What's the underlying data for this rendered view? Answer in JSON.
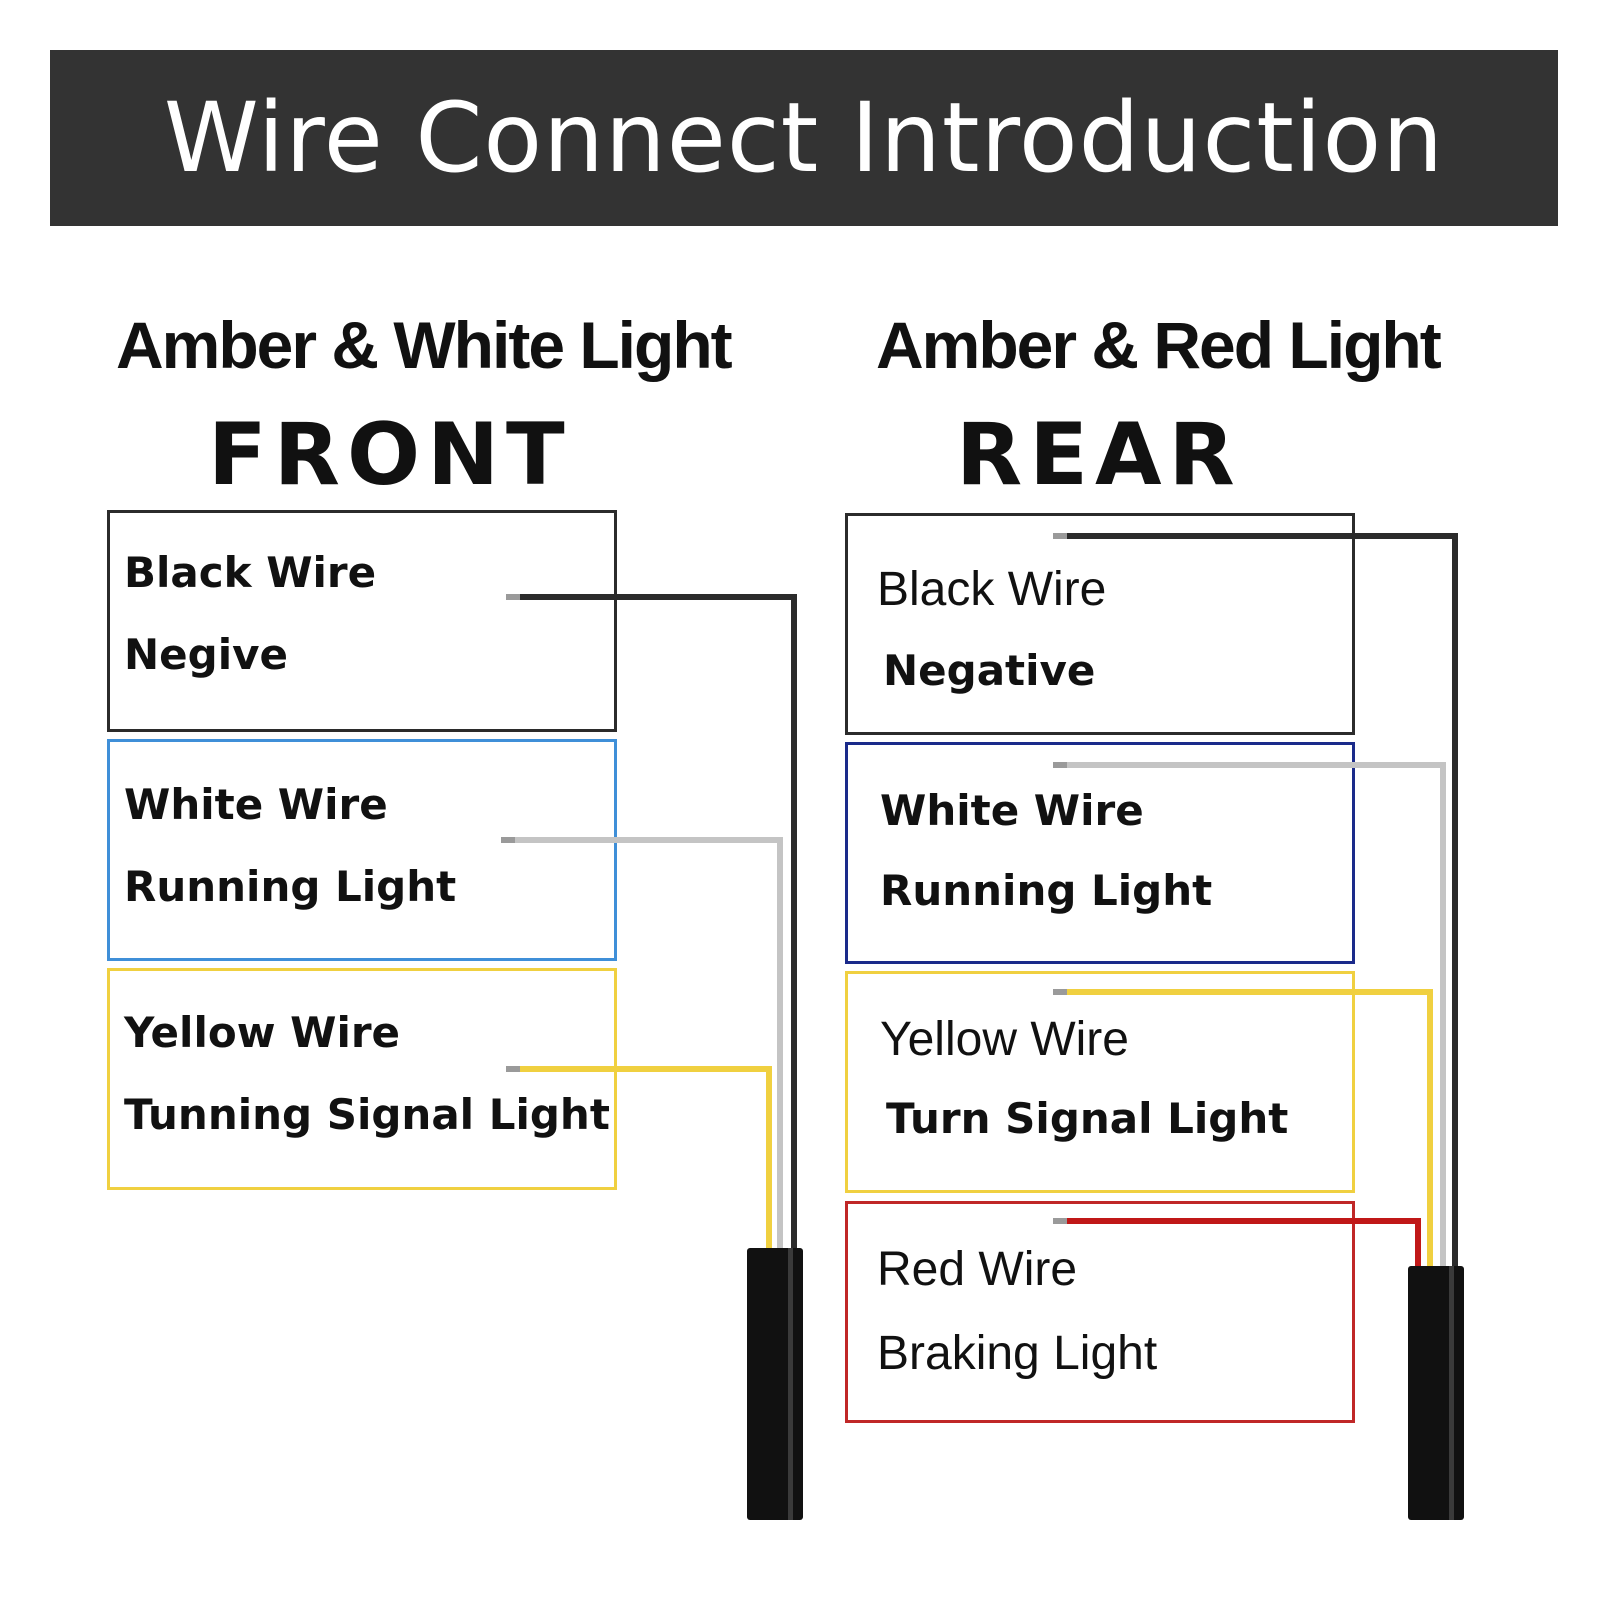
{
  "title": "Wire Connect Introduction",
  "colors": {
    "banner": "#333333",
    "black_wire": "#2b2b2b",
    "white_wire": "#c4c4c4",
    "yellow_wire": "#f0d040",
    "red_wire": "#c01818",
    "blue_box": "#3f8fd8",
    "navy_box": "#1a2a8a",
    "yellow_box": "#f0d040",
    "red_box": "#c02828",
    "cable": "#111111"
  },
  "front": {
    "heading": "Amber & White Light",
    "label": "FRONT",
    "wires": [
      {
        "wire": "Black Wire",
        "function": "Negive"
      },
      {
        "wire": "White Wire",
        "function": "Running Light"
      },
      {
        "wire": "Yellow Wire",
        "function": "Tunning Signal Light"
      }
    ]
  },
  "rear": {
    "heading": "Amber & Red Light",
    "label": "REAR",
    "wires": [
      {
        "wire": "Black Wire",
        "function": "Negative"
      },
      {
        "wire": "White Wire",
        "function": "Running Light"
      },
      {
        "wire": "Yellow Wire",
        "function": "Turn Signal Light"
      },
      {
        "wire": "Red Wire",
        "function": "Braking Light"
      }
    ]
  }
}
